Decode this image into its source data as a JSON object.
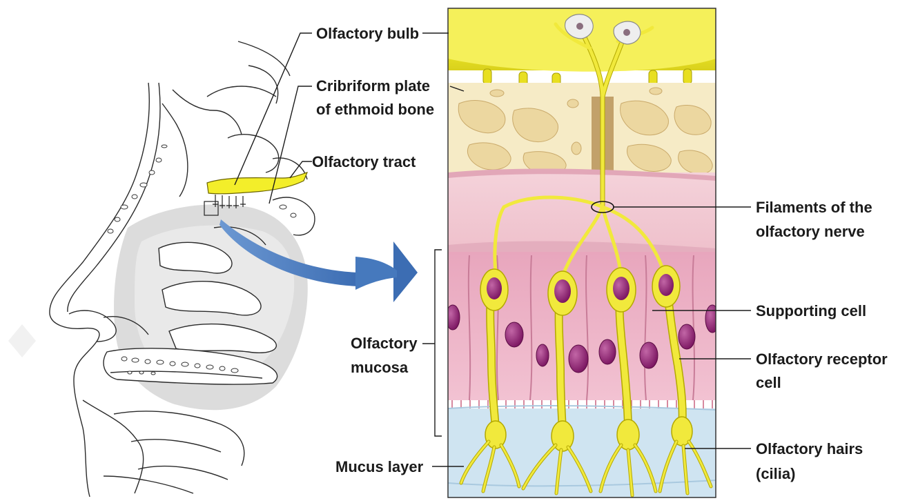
{
  "labels": {
    "olfactory_bulb": "Olfactory bulb",
    "cribriform_1": "Cribriform plate",
    "cribriform_2": "of ethmoid bone",
    "olfactory_tract": "Olfactory tract",
    "filaments_1": "Filaments of the",
    "filaments_2": "olfactory nerve",
    "supporting_cell": "Supporting cell",
    "receptor_1": "Olfactory receptor",
    "receptor_2": "cell",
    "mucosa_1": "Olfactory",
    "mucosa_2": "mucosa",
    "mucus_layer": "Mucus layer",
    "hairs_1": "Olfactory hairs",
    "hairs_2": "(cilia)"
  },
  "colors": {
    "bulb_yellow": "#f3ee2a",
    "neuron_yellow": "#f1e93c",
    "bone": "#f6ebc6",
    "mucosa_pink": "#f1c7d2",
    "nucleus_purple": "#8a1f6e",
    "mucus_blue": "#cfe4f1",
    "arrow_blue": "#4679bd"
  }
}
